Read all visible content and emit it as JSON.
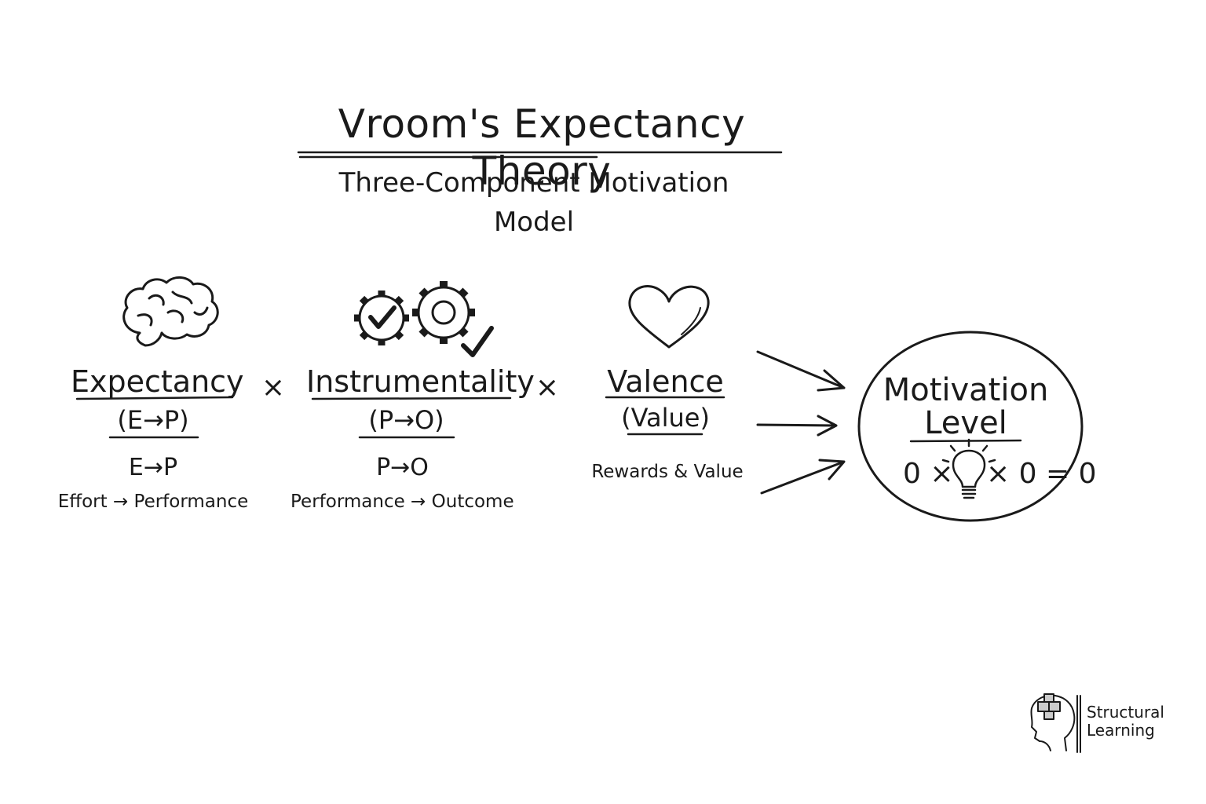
{
  "title": "Vroom's Expectancy Theory",
  "subtitle": "Three-Component Motivation Model",
  "components": [
    {
      "name": "Expectancy",
      "formula": "(E→P)",
      "short": "E→P",
      "desc": "Effort → Performance",
      "icon": "brain-icon"
    },
    {
      "name": "Instrumentality",
      "formula": "(P→O)",
      "short": "P→O",
      "desc": "Performance → Outcome",
      "icon": "gears-check-icon"
    },
    {
      "name": "Valence",
      "formula": "(Value)",
      "desc": "Rewards & Value",
      "icon": "heart-icon"
    }
  ],
  "operator": "×",
  "result": {
    "line1": "Motivation",
    "line2": "Level",
    "eq_left": "0 ×",
    "eq_right": "× 0 = 0",
    "icon": "lightbulb-icon"
  },
  "logo": {
    "line1": "Structural",
    "line2": "Learning",
    "icon": "head-puzzle-icon"
  }
}
